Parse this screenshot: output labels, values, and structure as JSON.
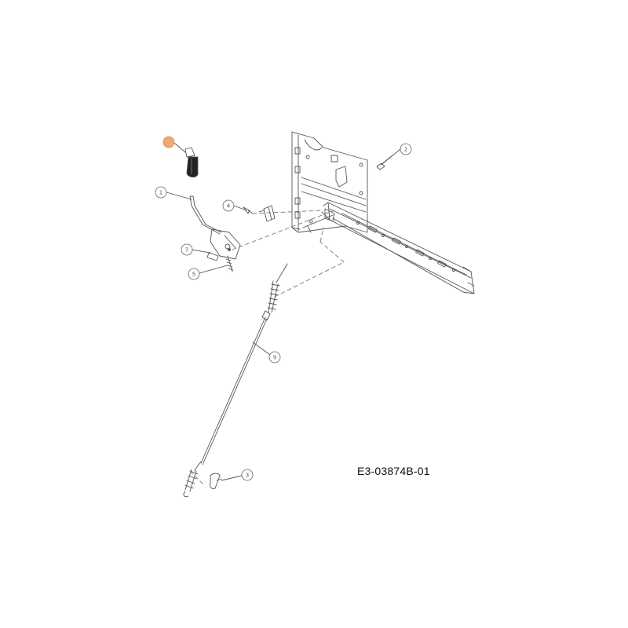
{
  "drawing": {
    "code": "E3-03874B-01",
    "highlight_color": "#f0a874",
    "line_color": "#555555"
  },
  "callouts": [
    {
      "id": "callout-highlighted",
      "label": ""
    },
    {
      "id": "callout-1",
      "label": "1"
    },
    {
      "id": "callout-2",
      "label": "2"
    },
    {
      "id": "callout-3",
      "label": "3"
    },
    {
      "id": "callout-4",
      "label": "4"
    },
    {
      "id": "callout-5",
      "label": "5"
    },
    {
      "id": "callout-7",
      "label": "7"
    },
    {
      "id": "callout-9",
      "label": "9"
    }
  ]
}
